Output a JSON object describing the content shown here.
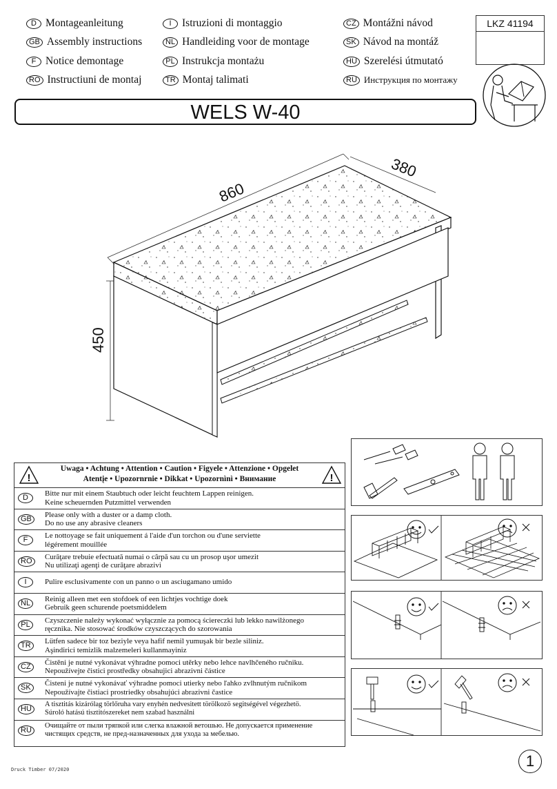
{
  "header": {
    "languages": [
      {
        "code": "D",
        "text": "Montageanleitung"
      },
      {
        "code": "GB",
        "text": "Assembly instructions"
      },
      {
        "code": "F",
        "text": "Notice demontage"
      },
      {
        "code": "RO",
        "text": "Instructiuni de montaj"
      },
      {
        "code": "I",
        "text": "Istruzioni di montaggio"
      },
      {
        "code": "NL",
        "text": "Handleiding voor de montage"
      },
      {
        "code": "PL",
        "text": "Instrukcja montażu"
      },
      {
        "code": "TR",
        "text": "Montaj talimati"
      },
      {
        "code": "CZ",
        "text": "Montážni návod"
      },
      {
        "code": "SK",
        "text": "Návod na montáž"
      },
      {
        "code": "HU",
        "text": "Szerelési útmutató"
      },
      {
        "code": "RU",
        "text": "Инструкция по монтажу"
      }
    ],
    "product_code": "LKZ 41194"
  },
  "title": "WELS W-40",
  "dimensions": {
    "width": "860",
    "depth": "380",
    "height": "450"
  },
  "warning": {
    "heading_line1": "Uwaga • Achtung • Attention • Caution • Figyele • Attenzione • Opgelet",
    "heading_line2": "Atentįe • Upozornrnie • Dikkat • Upozornìnì • Внимание",
    "rows": [
      {
        "code": "D",
        "line1": "Bitte nur mit einem Staubtuch oder leicht feuchtem Lappen reinigen.",
        "line2": "Keine scheuernden Putzmittel verwenden"
      },
      {
        "code": "GB",
        "line1": "Please only with a duster or a damp cloth.",
        "line2": "Do no use any abrasive cleaners"
      },
      {
        "code": "F",
        "line1": "Le nottoyage se fait uniquement á l'aide d'un torchon ou d'une serviette",
        "line2": "légérement mouillée"
      },
      {
        "code": "RO",
        "line1": "Curăţare trebuie efectuată numai o cârpă sau cu un prosop uşor umezit",
        "line2": "Nu utilizaţi agenţi de curăţare abrazivi"
      },
      {
        "code": "I",
        "line1": "Pulire esclusivamente con un panno o un asciugamano umido",
        "line2": ""
      },
      {
        "code": "NL",
        "line1": "Reinig alleen met een stofdoek of een lichtjes vochtige doek",
        "line2": "Gebruik geen schurende poetsmiddelem"
      },
      {
        "code": "PL",
        "line1": "Czyszczenie należy wykonać wyłącznie za pomocą ściereczki lub lekko nawilżonego",
        "line2": "ręcznika. Nie stosować środków czyszczących do szorowania"
      },
      {
        "code": "TR",
        "line1": "Lütfen sadece bir toz beziyle veya hafif nemil yumuşak bir bezle siliniz.",
        "line2": "Aşindirici temizlik malzemeleri kullanmayiniz"
      },
      {
        "code": "CZ",
        "line1": "Čistěni je nutné vykonávat výhradne pomoci utěrky nebo lehce navlhčeného ručniku.",
        "line2": "Nepoužívejte čistici prostředky obsahujici abrazivni částice"
      },
      {
        "code": "SK",
        "line1": "Čisteni je nutné vykonávať výhradne pomoci utierky nebo ľahko zvlhnutým ručnikom",
        "line2": "Nepoužívajte čistiaci prostriedky obsahujúci abrazivni častice"
      },
      {
        "code": "HU",
        "line1": "A tisztitás kizárólag törlőruha vary enyhén nedvesitett törölkozö segitségével végezhetö.",
        "line2": "Súroló hatású tisztitószereket nem szabad használni"
      },
      {
        "code": "RU",
        "line1": "Очищайте от пыли тряпкой или слегка влажной ветошью. Не допускается применение",
        "line2": "чистящих средств, не пред-назначенных для ухода за мебелью."
      }
    ]
  },
  "footer": "Druck Timber 07/2020",
  "page_number": "1"
}
